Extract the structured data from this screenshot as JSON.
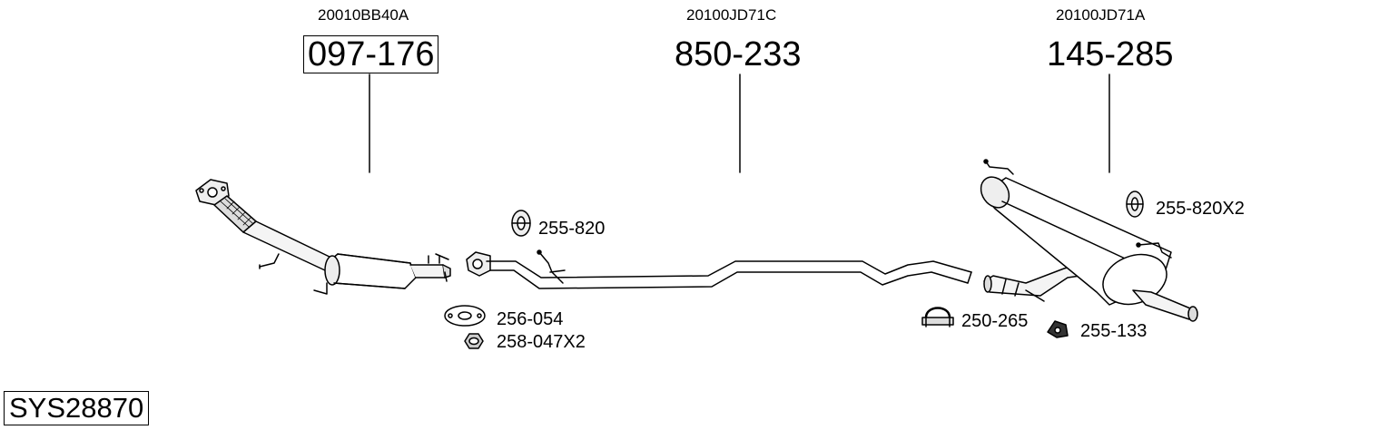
{
  "system_code": "SYS28870",
  "assemblies": [
    {
      "oem": "20010BB40A",
      "part": "097-176",
      "boxed": true
    },
    {
      "oem": "20100JD71C",
      "part": "850-233",
      "boxed": false
    },
    {
      "oem": "20100JD71A",
      "part": "145-285",
      "boxed": false
    }
  ],
  "fittings": [
    {
      "label": "255-820",
      "icon": "rubber-hanger-icon"
    },
    {
      "label": "256-054",
      "icon": "flange-gasket-icon"
    },
    {
      "label": "258-047X2",
      "icon": "hex-nut-icon"
    },
    {
      "label": "250-265",
      "icon": "pipe-clamp-icon"
    },
    {
      "label": "255-133",
      "icon": "rubber-mount-icon"
    },
    {
      "label": "255-820X2",
      "icon": "rubber-hanger-icon"
    }
  ]
}
